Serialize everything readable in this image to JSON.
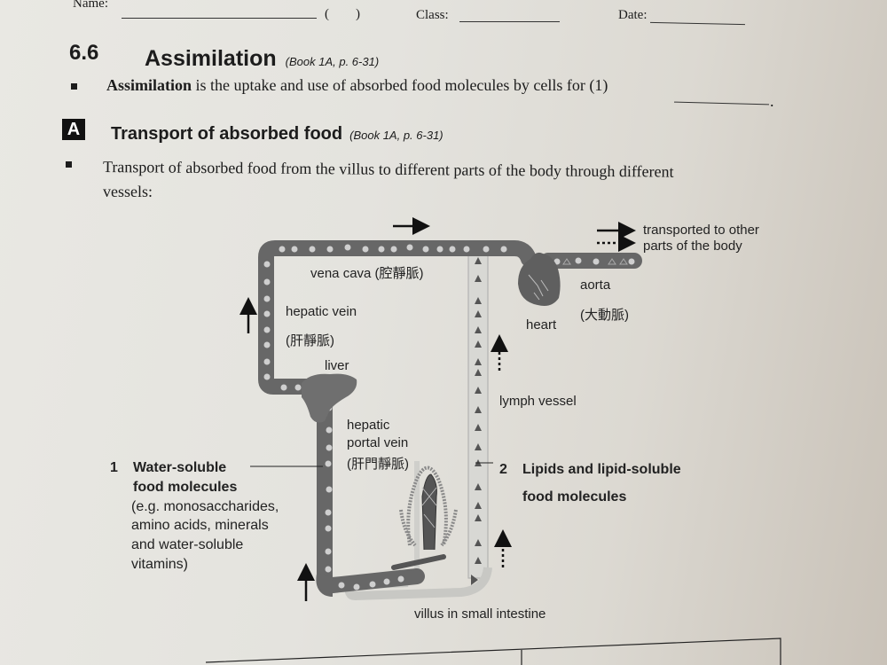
{
  "header": {
    "name_label": "Name:",
    "paren": "(        )",
    "class_label": "Class:",
    "date_label": "Date:"
  },
  "section": {
    "number": "6.6",
    "title": "Assimilation",
    "reference": "(Book 1A, p. 6-31)",
    "definition_term": "Assimilation",
    "definition_rest": " is the uptake and use of absorbed food molecules by cells for (1)",
    "blank_end": "."
  },
  "subsection": {
    "badge": "A",
    "title": "Transport of absorbed food",
    "reference": "(Book 1A, p. 6-31)",
    "bullet_text_line1": "Transport of absorbed food from the villus to different parts of the body through different",
    "bullet_text_line2": "vessels:"
  },
  "diagram": {
    "legend": {
      "line1": "transported to other",
      "line2": "parts of the body"
    },
    "labels": {
      "vena_cava": "vena cava (腔靜脈)",
      "hepatic_vein": "hepatic vein",
      "hepatic_vein_zh": "(肝靜脈)",
      "liver": "liver",
      "heart": "heart",
      "aorta": "aorta",
      "aorta_zh": "(大動脈)",
      "lymph_vessel": "lymph vessel",
      "hepatic_portal_1": "hepatic",
      "hepatic_portal_2": "portal vein",
      "hepatic_portal_zh": "(肝門靜脈)",
      "villus": "villus in small intestine"
    },
    "item1": {
      "number": "1",
      "title_line1": "Water-soluble",
      "title_line2": "food molecules",
      "desc_line1": "(e.g. monosaccharides,",
      "desc_line2": "amino acids, minerals",
      "desc_line3": "and water-soluble",
      "desc_line4": "vitamins)"
    },
    "item2": {
      "number": "2",
      "title_line1": "Lipids and lipid-soluble",
      "title_line2": "food molecules"
    }
  },
  "colors": {
    "vessel": "#6a6a6a",
    "dot": "#c8c8c8",
    "lymph": "#d6d6d2",
    "ink": "#1c1c1c"
  }
}
